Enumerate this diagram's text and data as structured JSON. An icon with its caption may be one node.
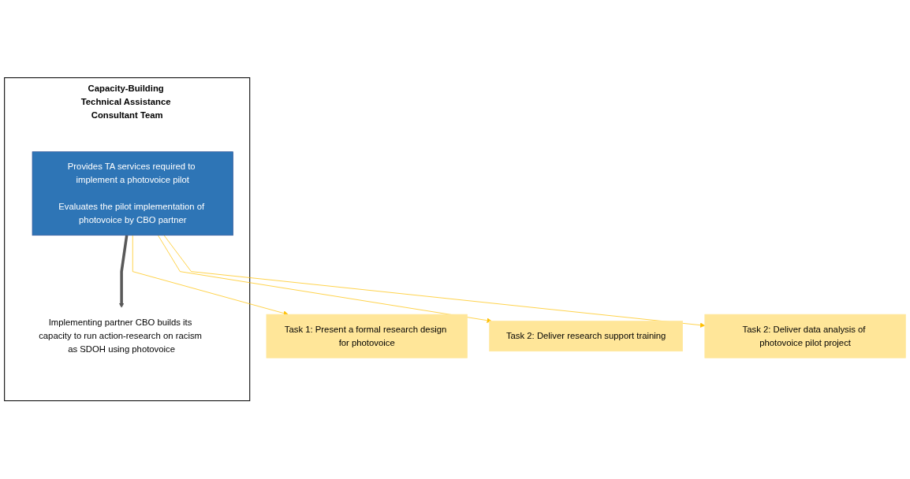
{
  "diagram": {
    "nodes": [
      {
        "text": [
          "Capacity-Building Technical Assistance Consultant Team"
        ]
      },
      {
        "text": [
          "Provides TA services required to implement a photovoice pilot",
          "Evaluates the pilot implementation of photovoice by CBO partner"
        ],
        "in": 0
      },
      {
        "text": [
          "Implementing partner CBO builds its capacity to run action-research on racism as SDOH using photovoice"
        ],
        "in": 0
      },
      {
        "text": [
          "Task 1: Present a formal research design for photovoice"
        ]
      },
      {
        "text": [
          "Task 2: Deliver research support training"
        ]
      },
      {
        "text": [
          "Task 2: Deliver data analysis of photovoice pilot project"
        ]
      }
    ],
    "edges": [
      {
        "from": 1,
        "to": 3,
        "arrow": "to",
        "color": "#ffc000"
      },
      {
        "from": 1,
        "to": 4,
        "arrow": "to",
        "color": "#ffc000"
      },
      {
        "from": 1,
        "to": 5,
        "arrow": "to",
        "color": "#ffc000"
      },
      {
        "from": 1,
        "to": 2,
        "arrow": "to",
        "style": "thick",
        "color": "#595959"
      }
    ]
  }
}
